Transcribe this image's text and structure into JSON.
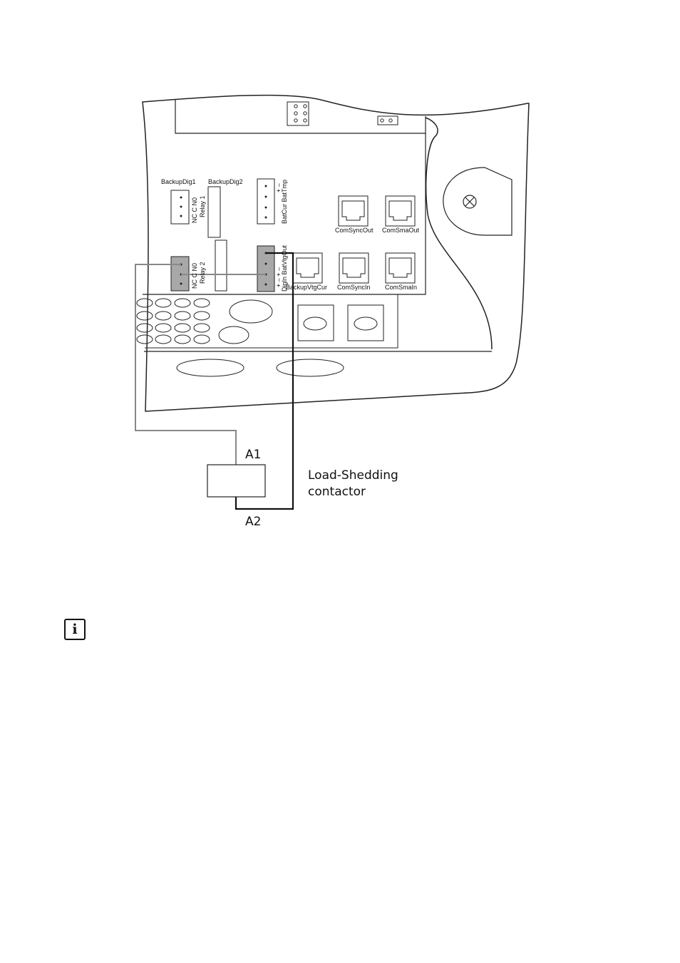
{
  "connectors": {
    "backup_dig1": "BackupDig1",
    "backup_dig2": "BackupDig2",
    "relay1_pins": "NC C N0",
    "relay1_label": "Relay 1",
    "relay2_pins": "NC C N0",
    "relay2_label": "Relay 2",
    "batcur_pins": "+ –",
    "batcur_label": "BatCur BatTmp",
    "digin_pins": "+ – + –",
    "digin_label": "DigIn BatVtgOut"
  },
  "ports": {
    "com_sync_out": "ComSyncOut",
    "com_sma_out": "ComSmaOut",
    "backup_vtg_cur": "BackupVtgCur",
    "com_sync_in": "ComSyncIn",
    "com_sma_in": "ComSmaIn"
  },
  "contactor": {
    "terminal_a1": "A1",
    "terminal_a2": "A2",
    "label_line1": "Load-Shedding",
    "label_line2": "contactor"
  },
  "info": {
    "icon": "info-icon",
    "glyph": "i"
  }
}
